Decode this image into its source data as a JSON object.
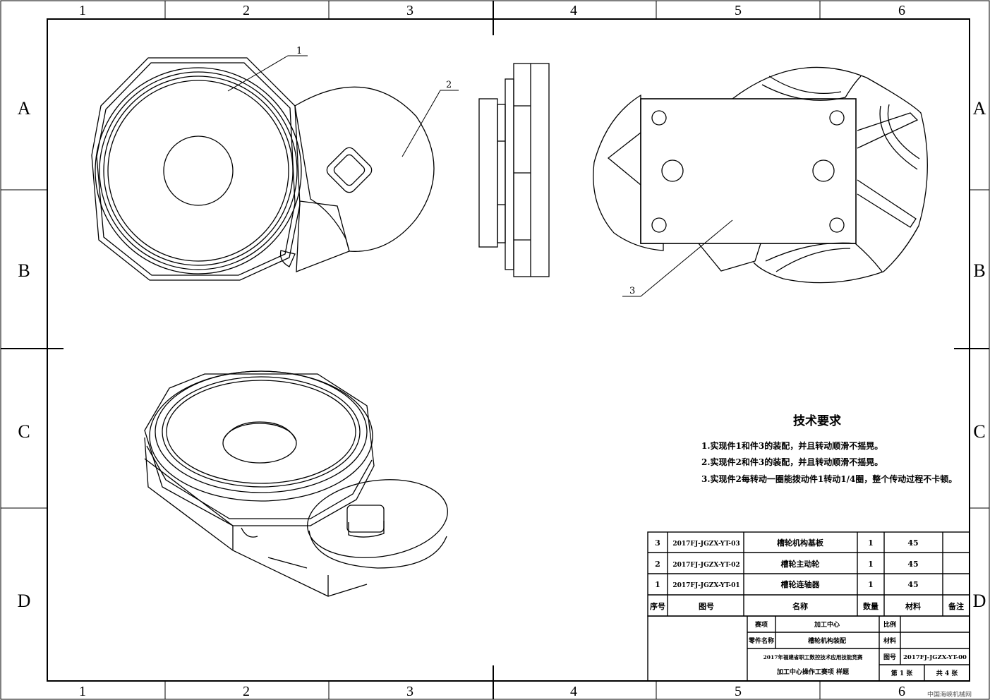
{
  "zones": {
    "cols": [
      "1",
      "2",
      "3",
      "4",
      "5",
      "6"
    ],
    "rows": [
      "A",
      "B",
      "C",
      "D"
    ]
  },
  "balloons": [
    "1",
    "2",
    "3"
  ],
  "tech_requirements": {
    "title": "技术要求",
    "items": [
      "1.实现件1和件3的装配，并且转动顺滑不摇晃。",
      "2.实现件2和件3的装配，并且转动顺滑不摇晃。",
      "3.实现件2每转动一圈能拨动件1转动1/4圈，整个传动过程不卡顿。"
    ]
  },
  "parts_list": {
    "rows": [
      {
        "no": "3",
        "code": "2017FJ-JGZX-YT-03",
        "name": "槽轮机构基板",
        "qty": "1",
        "material": "45",
        "remark": ""
      },
      {
        "no": "2",
        "code": "2017FJ-JGZX-YT-02",
        "name": "槽轮主动轮",
        "qty": "1",
        "material": "45",
        "remark": ""
      },
      {
        "no": "1",
        "code": "2017FJ-JGZX-YT-01",
        "name": "槽轮连轴器",
        "qty": "1",
        "material": "45",
        "remark": ""
      }
    ],
    "headers": {
      "no": "序号",
      "code": "图号",
      "name": "名称",
      "qty": "数量",
      "material": "材料",
      "remark": "备注"
    }
  },
  "title_block": {
    "item_label": "赛项",
    "item_value": "加工中心",
    "part_label": "零件名称",
    "part_value": "槽轮机构装配",
    "scale_label": "比例",
    "scale_value": "",
    "mat_label": "材料",
    "mat_value": "",
    "dwg_label": "图号",
    "dwg_value": "2017FJ-JGZX-YT-00",
    "event_line1": "2017年福建省职工数控技术应用技能竞赛",
    "event_line2": "加工中心操作工赛项 样题",
    "sheet": "第 1 张",
    "total": "共 4 张"
  },
  "watermark": "中国海峡机械网"
}
